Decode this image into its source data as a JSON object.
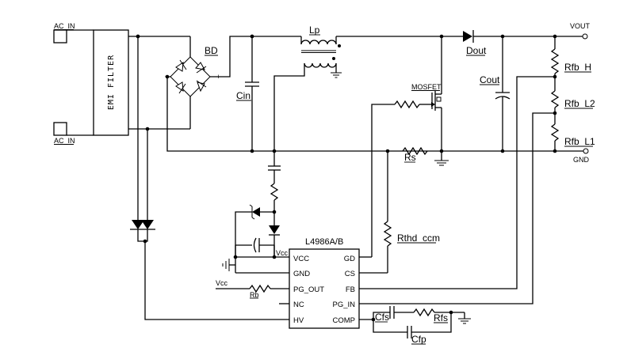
{
  "labels": {
    "ac_in_top": "AC_IN",
    "ac_in_bottom": "AC_IN",
    "emi_filter": "EMI FILTER",
    "bd": "BD",
    "cin": "Cin",
    "lp": "Lp",
    "mosfet": "MOSFET",
    "dout": "Dout",
    "vout": "VOUT",
    "cout": "Cout",
    "rfb_h": "Rfb_H",
    "rfb_l2": "Rfb_L2",
    "rfb_l1": "Rfb_L1",
    "gnd": "GND",
    "rs": "Rs",
    "rthd_ccm": "Rthd_ccm",
    "ic_name": "L4986A/B",
    "vcc_small": "Vcc",
    "vcc_left": "Vcc",
    "rb": "Rb",
    "cfs": "Cfs",
    "rfs": "Rfs",
    "cfp": "Cfp"
  },
  "ic_pins": {
    "vcc": "VCC",
    "gnd": "GND",
    "pg_out": "PG_OUT",
    "nc": "NC",
    "hv": "HV",
    "gd": "GD",
    "cs": "CS",
    "fb": "FB",
    "pg_in": "PG_IN",
    "comp": "COMP"
  },
  "symbols": {
    "bridge_plus": "+",
    "bridge_minus": "-"
  }
}
